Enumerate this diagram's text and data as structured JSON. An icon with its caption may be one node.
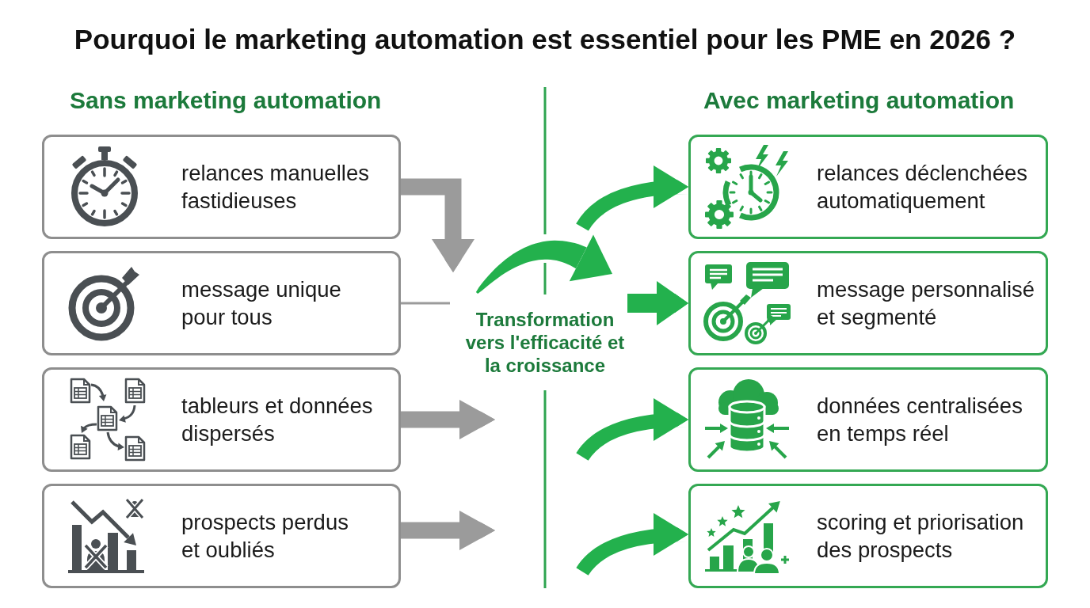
{
  "diagram": {
    "title": "Pourquoi le marketing automation est essentiel pour les PME en 2026 ?",
    "nodes": [
      {
        "text": [
          "relances manuelles fastidieuses"
        ]
      },
      {
        "text": [
          "message unique pour tous"
        ]
      },
      {
        "text": [
          "tableurs et données dispersés"
        ]
      },
      {
        "text": [
          "prospects perdus et oubliés"
        ]
      },
      {
        "text": [
          "relances déclenchées automatiquement"
        ]
      },
      {
        "text": [
          "message personnalisé et segmenté"
        ]
      },
      {
        "text": [
          "données centralisées en temps réel"
        ]
      },
      {
        "text": [
          "scoring et priorisation des prospects"
        ]
      }
    ],
    "edges": [
      {
        "from": 0,
        "to": null,
        "arrow": "to"
      },
      {
        "from": 1,
        "to": null,
        "arrow": "none"
      },
      {
        "from": 2,
        "to": null,
        "arrow": "to"
      },
      {
        "from": 3,
        "to": null,
        "arrow": "to"
      },
      {
        "from": null,
        "to": 4,
        "arrow": "to",
        "color": "#23b14d"
      },
      {
        "from": null,
        "to": 5,
        "arrow": "to",
        "color": "#23b14d"
      },
      {
        "from": null,
        "to": 6,
        "arrow": "to",
        "color": "#23b14d"
      },
      {
        "from": null,
        "to": 7,
        "arrow": "to",
        "color": "#23b14d"
      }
    ],
    "labels": [
      "Sans marketing automation",
      "Avec marketing automation",
      "Transformation vers l'efficacité et la croissance"
    ]
  }
}
